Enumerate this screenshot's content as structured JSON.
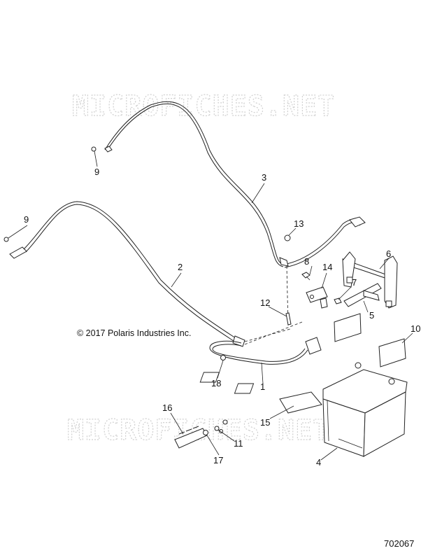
{
  "watermark": "MICROFICHES.NET",
  "copyright": "© 2017 Polaris Industries Inc.",
  "document_number": "702067",
  "callouts": {
    "c1": "1",
    "c2": "2",
    "c3": "3",
    "c4": "4",
    "c5": "5",
    "c6": "6",
    "c7": "7",
    "c8": "8",
    "c9a": "9",
    "c9b": "9",
    "c10": "10",
    "c11": "11",
    "c12": "12",
    "c13": "13",
    "c14": "14",
    "c15": "15",
    "c16": "16",
    "c17": "17",
    "c18": "18"
  }
}
